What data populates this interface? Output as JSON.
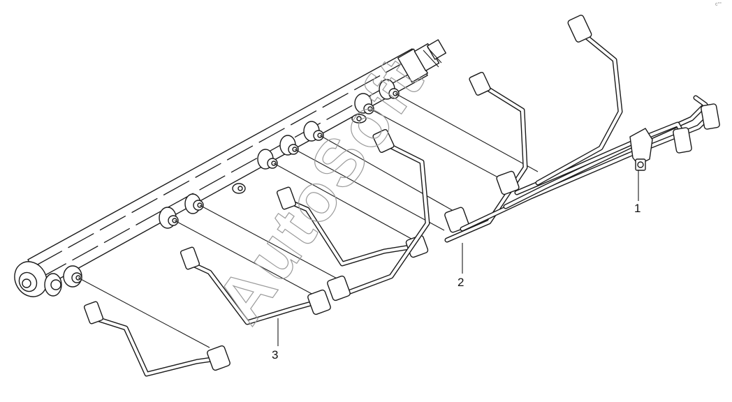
{
  "diagram": {
    "callouts": [
      {
        "id": "1",
        "label": "1"
      },
      {
        "id": "2",
        "label": "2"
      },
      {
        "id": "3",
        "label": "3"
      }
    ],
    "watermark": "AutoSoft",
    "corner_mark": "c°°"
  },
  "colors": {
    "line": "#1a1a1a",
    "watermark": "#9a9a9a",
    "background": "#ffffff"
  }
}
